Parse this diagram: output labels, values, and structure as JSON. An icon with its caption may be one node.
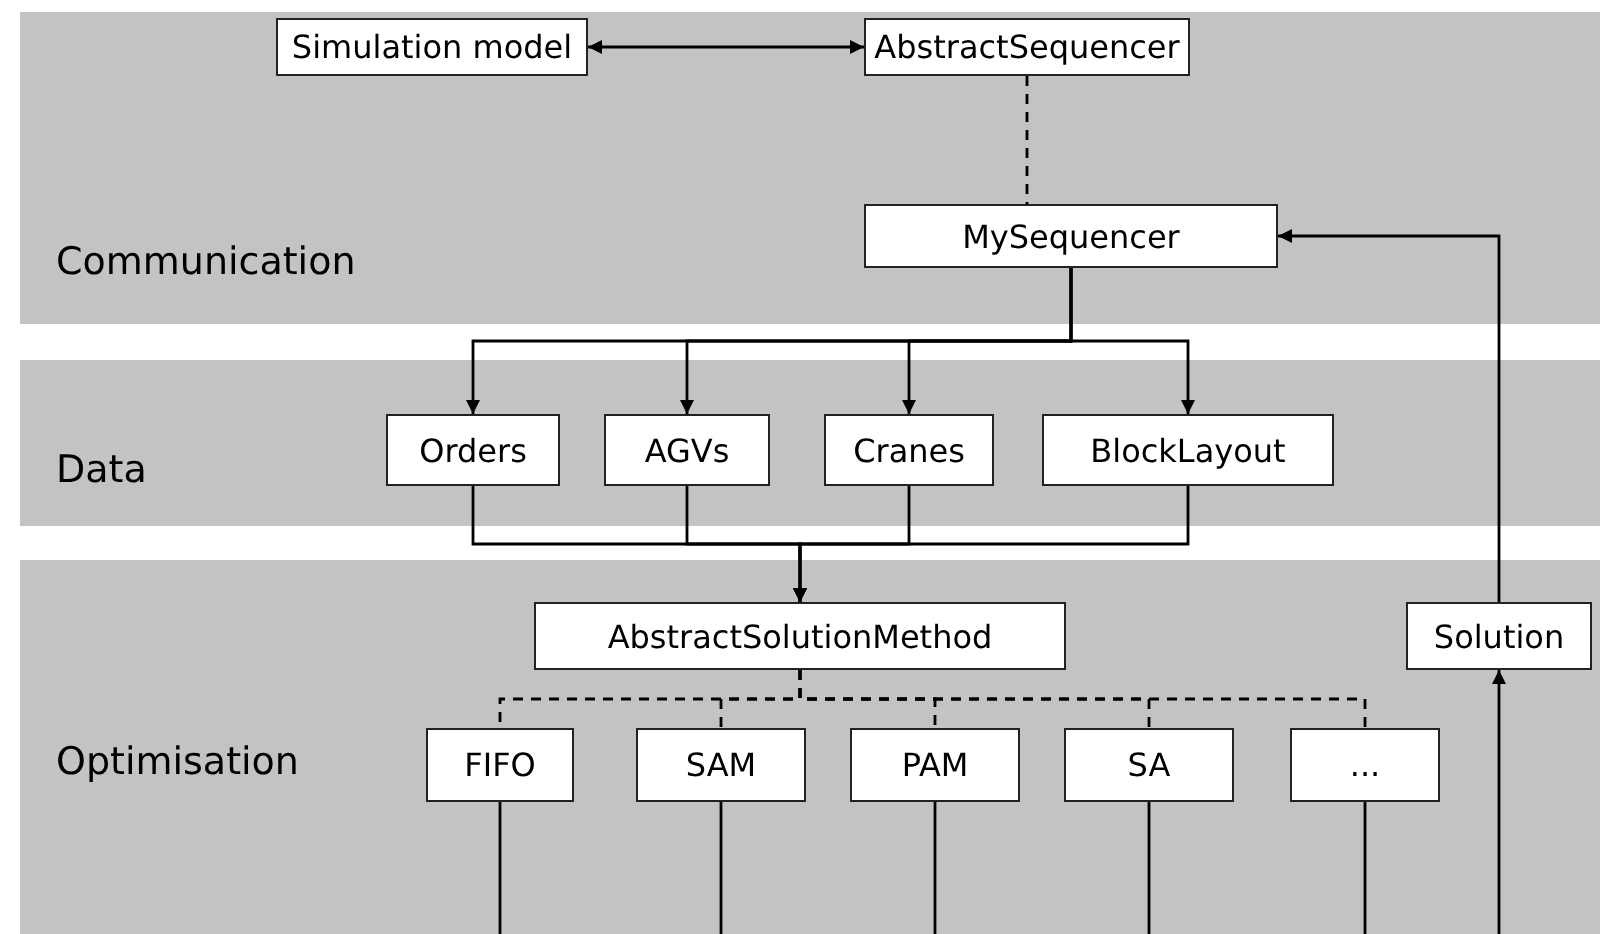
{
  "diagram": {
    "nodes": [
      {
        "text": [
          "Communication"
        ]
      },
      {
        "text": [
          "Simulation model"
        ],
        "in": 0
      },
      {
        "text": [
          "AbstractSequencer"
        ],
        "in": 0
      },
      {
        "text": [
          "MySequencer"
        ],
        "in": 0
      },
      {
        "text": [
          "Data"
        ]
      },
      {
        "text": [
          "Orders"
        ],
        "in": 4
      },
      {
        "text": [
          "AGVs"
        ],
        "in": 4
      },
      {
        "text": [
          "Cranes"
        ],
        "in": 4
      },
      {
        "text": [
          "BlockLayout"
        ],
        "in": 4
      },
      {
        "text": [
          "Optimisation"
        ]
      },
      {
        "text": [
          "AbstractSolutionMethod"
        ],
        "in": 9
      },
      {
        "text": [
          "Solution"
        ],
        "in": 9
      },
      {
        "text": [
          "FIFO"
        ],
        "in": 9
      },
      {
        "text": [
          "SAM"
        ],
        "in": 9
      },
      {
        "text": [
          "PAM"
        ],
        "in": 9
      },
      {
        "text": [
          "SA"
        ],
        "in": 9
      },
      {
        "text": [
          "..."
        ],
        "in": 9
      }
    ],
    "edges": [
      {
        "from": 1,
        "to": 2,
        "arrow": "both"
      },
      {
        "from": 2,
        "to": 3,
        "arrow": "none",
        "style": "dashed"
      },
      {
        "from": 3,
        "to": 5,
        "arrow": "to"
      },
      {
        "from": 3,
        "to": 6,
        "arrow": "to"
      },
      {
        "from": 3,
        "to": 7,
        "arrow": "to"
      },
      {
        "from": 3,
        "to": 8,
        "arrow": "to"
      },
      {
        "from": 5,
        "to": 10,
        "arrow": "to"
      },
      {
        "from": 6,
        "to": 10,
        "arrow": "to"
      },
      {
        "from": 7,
        "to": 10,
        "arrow": "to"
      },
      {
        "from": 8,
        "to": 10,
        "arrow": "to"
      },
      {
        "from": 10,
        "to": 12,
        "arrow": "none",
        "style": "dashed"
      },
      {
        "from": 10,
        "to": 13,
        "arrow": "none",
        "style": "dashed"
      },
      {
        "from": 10,
        "to": 14,
        "arrow": "none",
        "style": "dashed"
      },
      {
        "from": 10,
        "to": 15,
        "arrow": "none",
        "style": "dashed"
      },
      {
        "from": 10,
        "to": 16,
        "arrow": "none",
        "style": "dashed"
      },
      {
        "from": 11,
        "to": 3,
        "arrow": "to"
      },
      {
        "from": null,
        "to": 11,
        "arrow": "to"
      },
      {
        "from": 12,
        "to": null,
        "arrow": "none"
      },
      {
        "from": 13,
        "to": null,
        "arrow": "none"
      },
      {
        "from": 14,
        "to": null,
        "arrow": "none"
      },
      {
        "from": 15,
        "to": null,
        "arrow": "none"
      },
      {
        "from": 16,
        "to": null,
        "arrow": "none"
      }
    ]
  }
}
